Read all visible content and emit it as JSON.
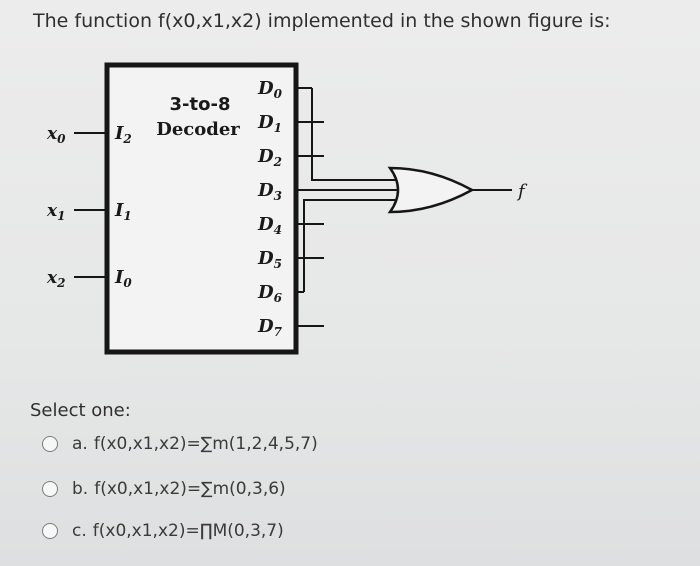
{
  "question": "The function f(x0,x1,x2) implemented in the shown figure is:",
  "diagram": {
    "title_line1": "3-to-8",
    "title_line2": "Decoder",
    "inputs": [
      {
        "var": "x",
        "sub": "0",
        "pin": "I",
        "pin_sub": "2"
      },
      {
        "var": "x",
        "sub": "1",
        "pin": "I",
        "pin_sub": "1"
      },
      {
        "var": "x",
        "sub": "2",
        "pin": "I",
        "pin_sub": "0"
      }
    ],
    "outputs": [
      {
        "name": "D",
        "sub": "0"
      },
      {
        "name": "D",
        "sub": "1"
      },
      {
        "name": "D",
        "sub": "2"
      },
      {
        "name": "D",
        "sub": "3"
      },
      {
        "name": "D",
        "sub": "4"
      },
      {
        "name": "D",
        "sub": "5"
      },
      {
        "name": "D",
        "sub": "6"
      },
      {
        "name": "D",
        "sub": "7"
      }
    ],
    "gate_inputs_from": [
      "D0",
      "D3",
      "D6"
    ],
    "gate": "or-gate",
    "output_label": "f",
    "colors": {
      "line": "#161616",
      "box_fill": "#f3f3f3"
    }
  },
  "select_one": "Select one:",
  "options": [
    {
      "letter": "a.",
      "text": "f(x0,x1,x2)=∑m(1,2,4,5,7)"
    },
    {
      "letter": "b.",
      "text": "f(x0,x1,x2)=∑m(0,3,6)"
    },
    {
      "letter": "c.",
      "text": "f(x0,x1,x2)=∏M(0,3,7)"
    }
  ]
}
